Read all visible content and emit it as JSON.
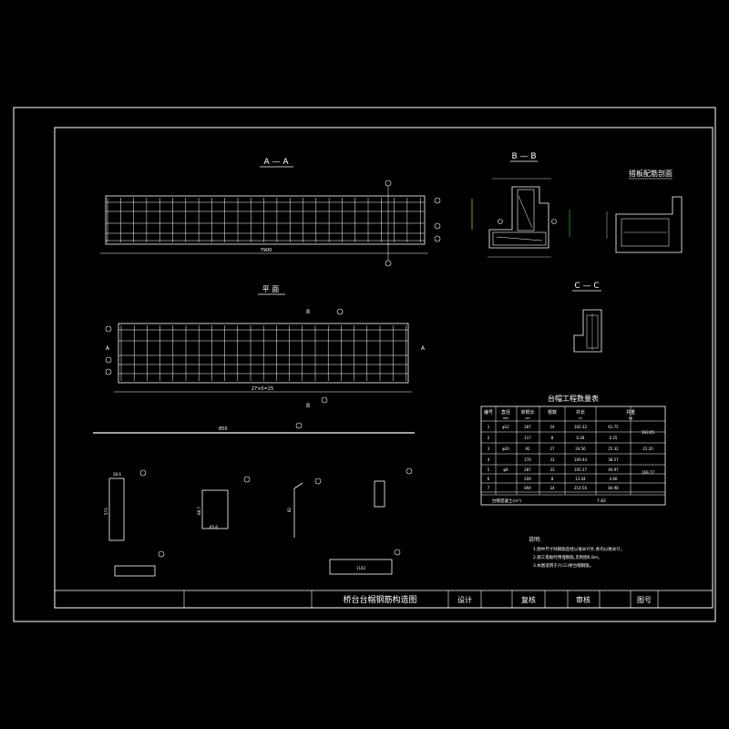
{
  "views": {
    "aa_title": "A — A",
    "bb_title": "B — B",
    "cc_title": "C — C",
    "plan_title": "平  面",
    "detail_title": "搭板配筋剖面",
    "aa_length": "7900",
    "plan_length": "27×0=25",
    "bar_length": "850",
    "section_label_b": "B",
    "section_label_a": "A"
  },
  "bar_shapes": {
    "long_bar_label": "850",
    "shape1_dim": "573",
    "shape1_top": "28.6",
    "shape2_dim": "68.7",
    "shape2_bottom": "65.6",
    "shape5_dim": "82",
    "shape6_dim": "1142"
  },
  "table": {
    "title": "台帽工程数量表",
    "headers": [
      "编号",
      "直径",
      "单根长",
      "根数",
      "共长",
      "共重"
    ],
    "units": [
      "",
      "mm",
      "cm",
      "",
      "m",
      "kg"
    ],
    "rows": [
      [
        "1",
        "φ12",
        "287",
        "24",
        "102.32",
        "61.75"
      ],
      [
        "2",
        "",
        "117",
        "8",
        "0.28",
        "0.25"
      ],
      [
        "3",
        "φ20",
        "92",
        "27",
        "24.56",
        "25.32"
      ],
      [
        "4",
        "",
        "370",
        "33",
        "109.44",
        "38.57"
      ],
      [
        "5",
        "φ8",
        "287",
        "33",
        "105.37",
        "40.97"
      ],
      [
        "6",
        "",
        "209",
        "8",
        "13.04",
        "4.66"
      ],
      [
        "7",
        "",
        "894",
        "24",
        "214.56",
        "84.98"
      ]
    ],
    "totals": [
      "163.05",
      "22.20",
      "169.77"
    ],
    "footer_label": "台帽混凝土(m³)",
    "footer_value": "7.82"
  },
  "notes": {
    "title": "说明:",
    "items": [
      "1.图中尺寸除钢筋直径以毫米计外,余均以厘米计。",
      "2.施工搭板时预埋钢筋,见附图6.8m。",
      "3.本图适用于六(三)桥台帽钢筋。"
    ]
  },
  "title_block": {
    "drawing_title": "桥台台帽钢筋构造图",
    "design_label": "设计",
    "review_label": "复核",
    "approve_label": "审核",
    "drawing_no_label": "图号"
  }
}
